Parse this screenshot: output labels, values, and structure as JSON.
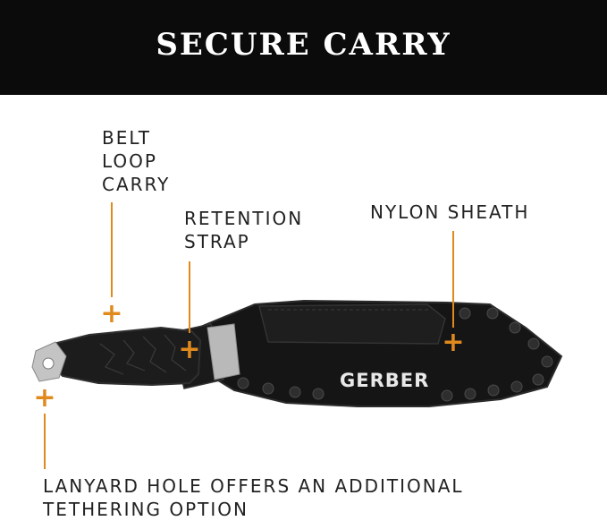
{
  "banner": {
    "title": "SECURE CARRY"
  },
  "callouts": {
    "belt_loop": "BELT\nLOOP\nCARRY",
    "retention_strap": "RETENTION\nSTRAP",
    "nylon_sheath": "NYLON SHEATH",
    "lanyard_hole": "LANYARD HOLE OFFERS AN ADDITIONAL\nTETHERING OPTION"
  },
  "product": {
    "brand": "GERBER"
  },
  "colors": {
    "accent": "#e08a1e",
    "banner": "#0b0b0b"
  }
}
